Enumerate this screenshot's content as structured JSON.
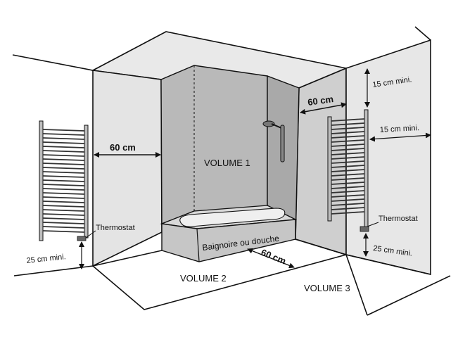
{
  "labels": {
    "volume_1": "VOLUME 1",
    "volume_2": "VOLUME 2",
    "volume_3": "VOLUME 3",
    "bath": "Baignoire ou douche",
    "dist_left_60": "60 cm",
    "dist_right_60": "60 cm",
    "dist_floor_60": "60 cm",
    "thermostat_left": "Thermostat",
    "thermostat_right": "Thermostat",
    "min_25_left": "25 cm mini.",
    "min_25_right": "25 cm mini.",
    "min_15_top": "15 cm mini.",
    "min_15_side": "15 cm mini."
  },
  "colors": {
    "wall_light": "#e4e4e4",
    "wall_mid": "#cfcfcf",
    "volume1_back": "#b9b9b9",
    "volume1_side": "#a9a9a9",
    "bath_front": "#c6c6c6",
    "floor": "#ffffff",
    "line": "#111111"
  }
}
